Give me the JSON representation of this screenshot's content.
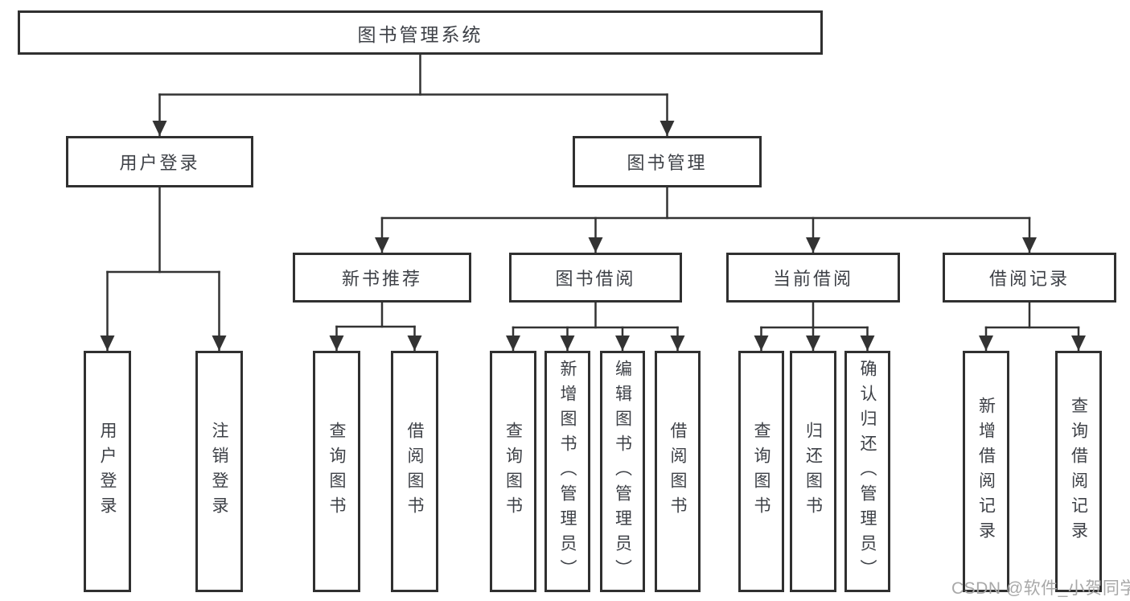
{
  "diagram": {
    "title": "图书管理系统",
    "root": "图书管理系统",
    "level2": [
      "用户登录",
      "图书管理"
    ],
    "level3": [
      "新书推荐",
      "图书借阅",
      "当前借阅",
      "借阅记录"
    ],
    "leaves": {
      "user_login": [
        "用户登录",
        "注销登录"
      ],
      "new_book_recommend": [
        "查询图书",
        "借阅图书"
      ],
      "book_borrow": [
        "查询图书",
        "新增图书（管理员）",
        "编辑图书（管理员）",
        "借阅图书"
      ],
      "current_borrow": [
        "查询图书",
        "归还图书",
        "确认归还（管理员）"
      ],
      "borrow_records": [
        "新增借阅记录",
        "查询借阅记录"
      ]
    }
  },
  "watermark": "CSDN @软件_小贺同学",
  "colors": {
    "background": "#ffffff",
    "box_border": "#303030",
    "connector_line": "#333333",
    "label_text": "#3e4147",
    "watermark_text": "#a8a8a8"
  }
}
